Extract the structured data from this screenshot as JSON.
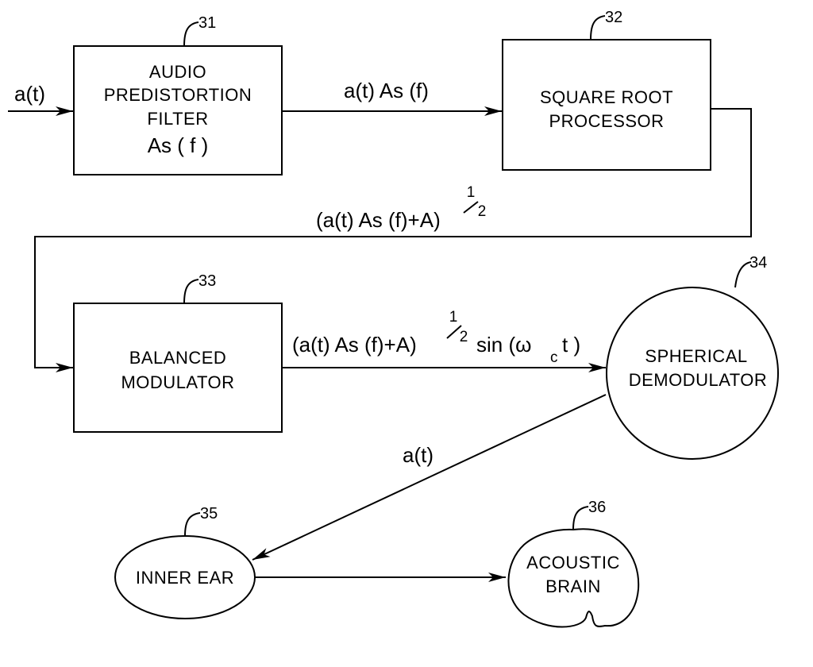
{
  "blocks": {
    "predistortion": {
      "ref": "31",
      "line1": "AUDIO",
      "line2": "PREDISTORTION",
      "line3": "FILTER",
      "line4": "As ( f )"
    },
    "sqrt": {
      "ref": "32",
      "line1": "SQUARE ROOT",
      "line2": "PROCESSOR"
    },
    "modulator": {
      "ref": "33",
      "line1": "BALANCED",
      "line2": "MODULATOR"
    },
    "demodulator": {
      "ref": "34",
      "line1": "SPHERICAL",
      "line2": "DEMODULATOR"
    },
    "inner_ear": {
      "ref": "35",
      "line1": "INNER EAR"
    },
    "brain": {
      "ref": "36",
      "line1": "ACOUSTIC",
      "line2": "BRAIN"
    }
  },
  "signals": {
    "input": "a(t)",
    "filtered": "a(t) As (f)",
    "sqrt_out": {
      "base": "(a(t) As (f)+A)",
      "exp_num": "1",
      "exp_den": "2"
    },
    "modulated": {
      "base": "(a(t) As (f)+A)",
      "exp_num": "1",
      "exp_den": "2",
      "sin": "sin (ω",
      "sub": "c",
      "tail": "t )"
    },
    "demod_out": "a(t)"
  }
}
